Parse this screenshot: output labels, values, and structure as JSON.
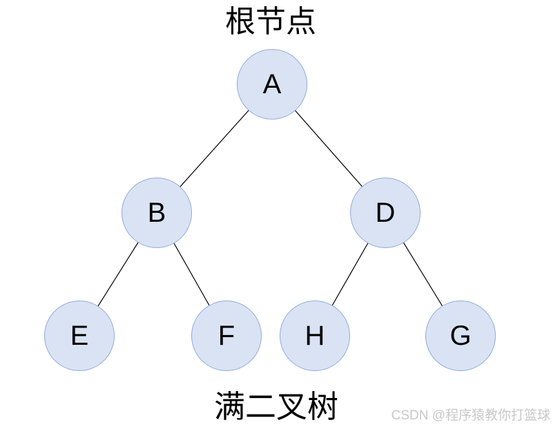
{
  "labels": {
    "top_caption": "根节点",
    "bottom_caption": "满二叉树"
  },
  "watermark": "CSDN @程序猿教你打篮球",
  "tree": {
    "type": "full-binary-tree",
    "nodes": [
      {
        "id": "A",
        "label": "A",
        "role": "root"
      },
      {
        "id": "B",
        "label": "B",
        "role": "internal"
      },
      {
        "id": "D",
        "label": "D",
        "role": "internal"
      },
      {
        "id": "E",
        "label": "E",
        "role": "leaf"
      },
      {
        "id": "F",
        "label": "F",
        "role": "leaf"
      },
      {
        "id": "H",
        "label": "H",
        "role": "leaf"
      },
      {
        "id": "G",
        "label": "G",
        "role": "leaf"
      }
    ],
    "edges": [
      {
        "from": "A",
        "to": "B"
      },
      {
        "from": "A",
        "to": "D"
      },
      {
        "from": "B",
        "to": "E"
      },
      {
        "from": "B",
        "to": "F"
      },
      {
        "from": "D",
        "to": "H"
      },
      {
        "from": "D",
        "to": "G"
      }
    ]
  },
  "colors": {
    "node_fill": "#dae3f3",
    "node_border": "#8faadc",
    "edge": "#000000",
    "text": "#000000",
    "watermark": "#c8c8c8"
  }
}
